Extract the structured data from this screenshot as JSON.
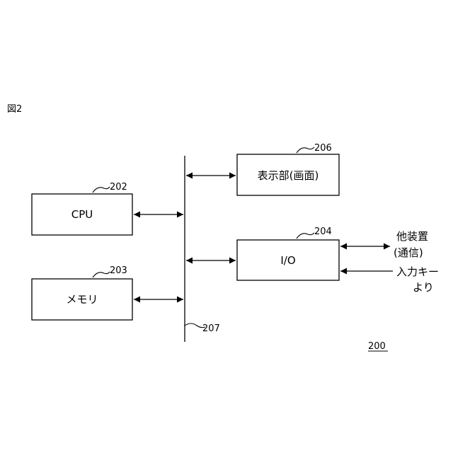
{
  "figure_label": "図2",
  "system_ref": "200",
  "bus": {
    "ref": "207"
  },
  "blocks": {
    "cpu": {
      "label": "CPU",
      "ref": "202"
    },
    "memory": {
      "label": "メモリ",
      "ref": "203"
    },
    "display": {
      "label": "表示部(画面)",
      "ref": "206"
    },
    "io": {
      "label": "I/O",
      "ref": "204"
    }
  },
  "external": {
    "other_device": {
      "line1": "他装置",
      "line2": "(通信)"
    },
    "input_key": {
      "line1": "入力キー",
      "line2": "より"
    }
  }
}
